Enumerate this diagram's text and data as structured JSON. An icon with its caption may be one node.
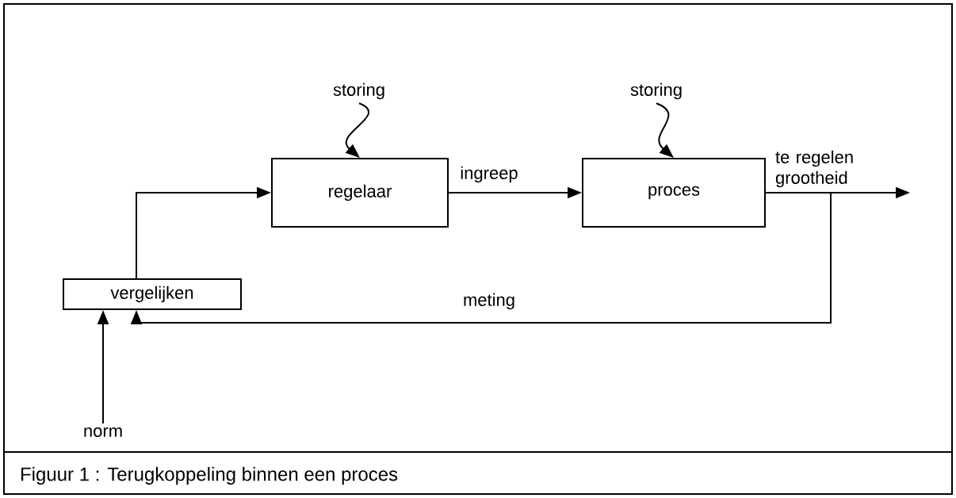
{
  "diagram": {
    "caption": "Figuur 1 : Terugkoppeling binnen een proces",
    "nodes": [
      {
        "text": [
          "vergelijken"
        ]
      },
      {
        "text": [
          "regelaar"
        ]
      },
      {
        "text": [
          "proces"
        ]
      },
      {
        "text": [
          "storing"
        ]
      },
      {
        "text": [
          "storing"
        ]
      },
      {
        "text": [
          "norm"
        ]
      }
    ],
    "edges": [
      {
        "from": 0,
        "to": 1,
        "arrow": "to"
      },
      {
        "from": 1,
        "to": 2,
        "arrow": "to",
        "label": "ingreep"
      },
      {
        "from": 2,
        "to": null,
        "arrow": "to",
        "label": "te regelen grootheid"
      },
      {
        "from": 2,
        "to": 0,
        "arrow": "to",
        "label": "meting"
      },
      {
        "from": 3,
        "to": 1,
        "arrow": "to"
      },
      {
        "from": 4,
        "to": 2,
        "arrow": "to"
      },
      {
        "from": 5,
        "to": 0,
        "arrow": "to"
      }
    ]
  }
}
